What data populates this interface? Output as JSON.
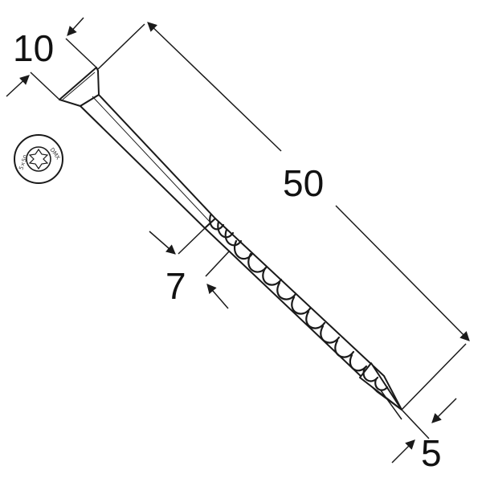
{
  "dimensions": {
    "head_diameter": "10",
    "length": "50",
    "thread_diameter": "7",
    "tip": "5"
  },
  "head_marking": {
    "brand": "DMX",
    "code": "5×50"
  },
  "colors": {
    "line": "#1a1a1a",
    "fill": "#ffffff"
  }
}
